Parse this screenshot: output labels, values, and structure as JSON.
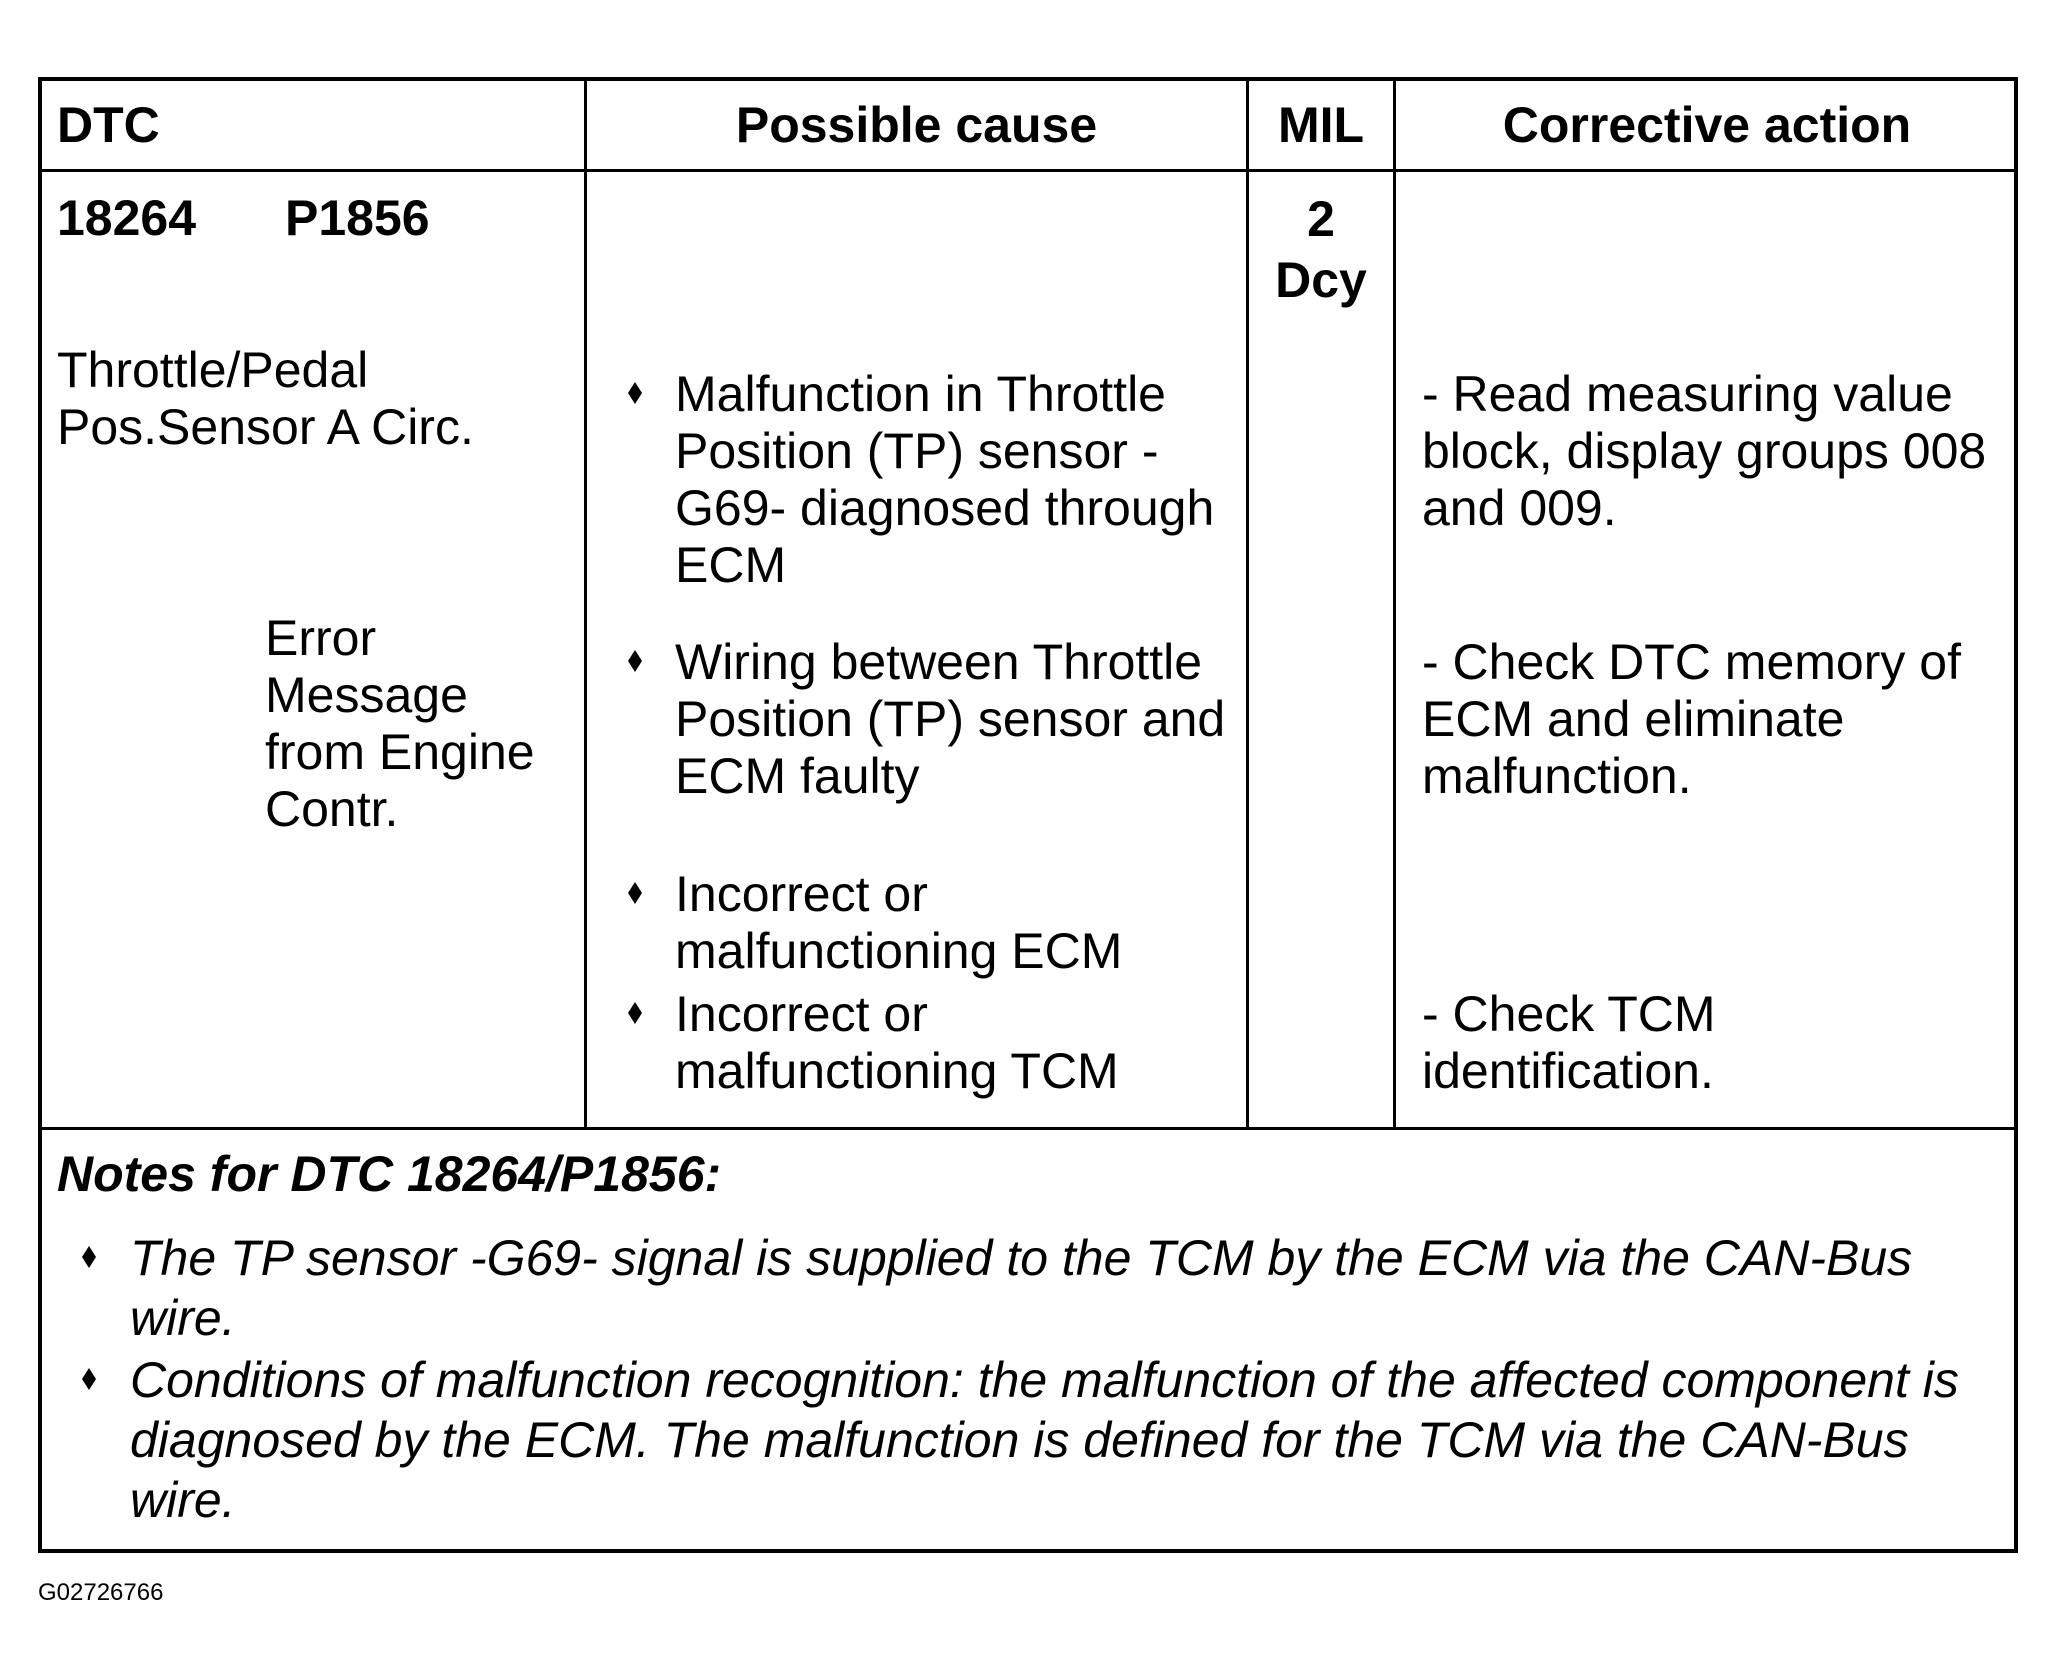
{
  "table": {
    "headers": {
      "dtc": "DTC",
      "possible_cause": "Possible cause",
      "mil": "MIL",
      "corrective_action": "Corrective action"
    },
    "row": {
      "dtc_code": "18264",
      "obd_code": "P1856",
      "description": [
        "Throttle/Pedal",
        "Pos.Sensor A Circ."
      ],
      "sub_description": [
        "Error",
        "Message",
        "from Engine",
        "Contr."
      ],
      "mil_value": [
        "2",
        "Dcy"
      ],
      "causes": [
        [
          "Malfunction in Throttle",
          "Position (TP) sensor -",
          "G69- diagnosed through",
          "ECM"
        ],
        [
          "Wiring between Throttle",
          "Position (TP) sensor and",
          "ECM faulty"
        ],
        [
          "Incorrect or",
          "malfunctioning ECM"
        ],
        [
          "Incorrect or",
          "malfunctioning TCM"
        ]
      ],
      "actions": [
        [
          "- Read measuring value",
          "block, display groups 008",
          "and 009."
        ],
        [
          "- Check DTC memory of",
          "ECM and eliminate",
          "malfunction."
        ],
        [
          "- Check TCM",
          "identification."
        ]
      ]
    }
  },
  "notes": {
    "title": "Notes for DTC 18264/P1856:",
    "items": [
      [
        "The TP sensor -G69- signal is supplied to the TCM by the ECM via the CAN-Bus",
        "wire."
      ],
      [
        "Conditions of malfunction recognition: the malfunction of the affected component is",
        "diagnosed by the ECM. The malfunction is defined for the TCM via the CAN-Bus",
        "wire."
      ]
    ]
  },
  "figure_id": "G02726766",
  "icons": {
    "bullet": "diamond-bullet-icon"
  }
}
